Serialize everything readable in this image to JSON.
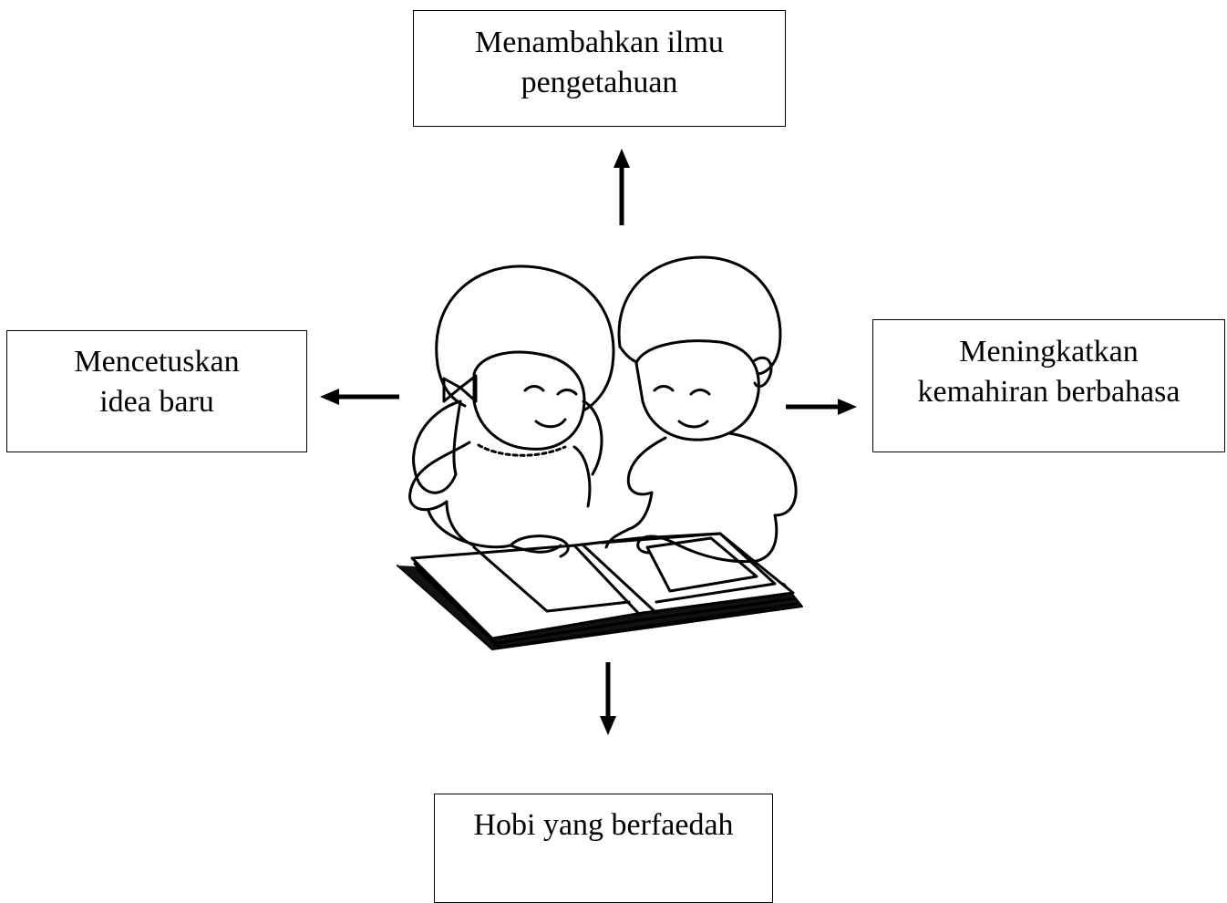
{
  "nodes": {
    "top": {
      "lines": [
        "Menambahkan ilmu",
        "pengetahuan"
      ]
    },
    "left": {
      "lines": [
        "Mencetuskan",
        "idea baru"
      ]
    },
    "right": {
      "lines": [
        "Meningkatkan",
        "kemahiran berbahasa"
      ]
    },
    "bottom": {
      "lines": [
        "Hobi yang berfaedah"
      ]
    }
  },
  "center_image": {
    "icon": "children-reading-book-illustration"
  },
  "colors": {
    "stroke": "#000000",
    "background": "#ffffff"
  }
}
